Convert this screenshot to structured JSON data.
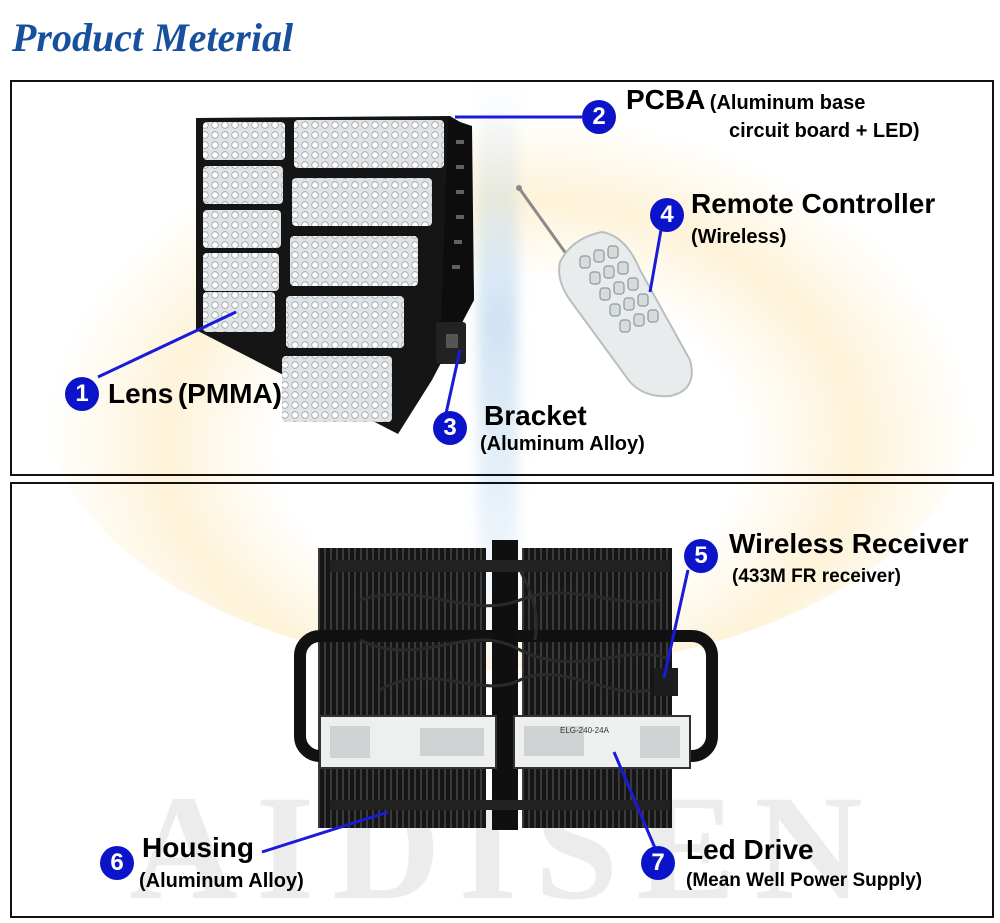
{
  "title": "Product Meterial",
  "watermark": "AIDISEN",
  "callouts": [
    {
      "number": "1",
      "label": "Lens",
      "detail": "(PMMA)"
    },
    {
      "number": "2",
      "label": "PCBA",
      "detail_line1": "(Aluminum base",
      "detail_line2": "circuit board + LED)"
    },
    {
      "number": "3",
      "label": "Bracket",
      "detail": "(Aluminum Alloy)"
    },
    {
      "number": "4",
      "label": "Remote Controller",
      "detail": "(Wireless)"
    },
    {
      "number": "5",
      "label": "Wireless Receiver",
      "detail": "(433M FR receiver)"
    },
    {
      "number": "6",
      "label": "Housing",
      "detail": "(Aluminum Alloy)"
    },
    {
      "number": "7",
      "label": "Led Drive",
      "detail": "(Mean Well Power Supply)"
    }
  ],
  "driver_label": "ELG-240-24A",
  "colors": {
    "title": "#17509d",
    "marker": "#0b14c9",
    "leader": "#1a1ad8"
  }
}
